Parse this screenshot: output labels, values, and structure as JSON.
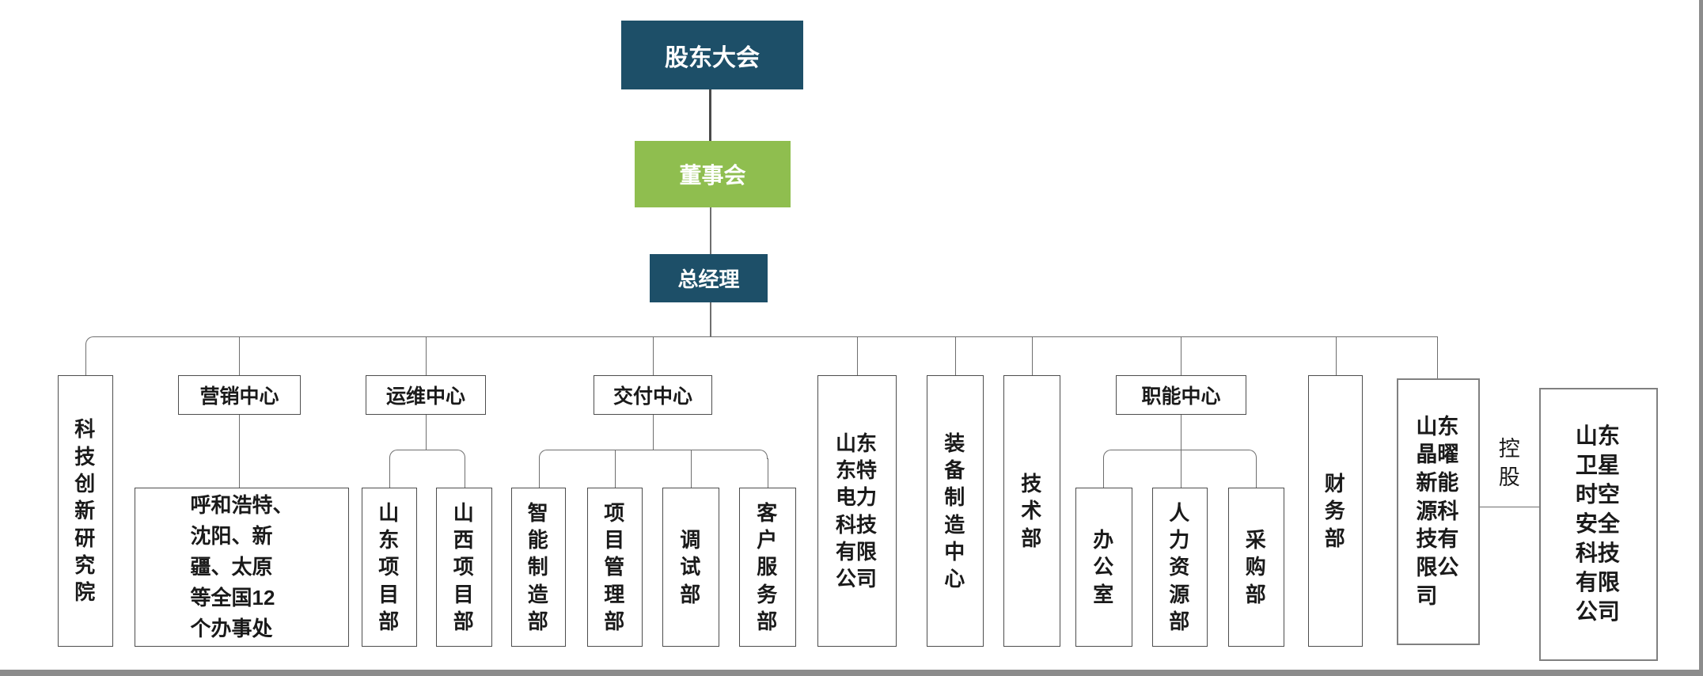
{
  "org": {
    "root": {
      "label": "股东大会"
    },
    "board": {
      "label": "董事会"
    },
    "gm": {
      "label": "总经理"
    },
    "branches": [
      {
        "label": "科技创新研究院",
        "children": []
      },
      {
        "label": "营销中心",
        "children": [
          {
            "label": "呼和浩特、\n沈阳、新\n疆、太原\n等全国12\n个办事处"
          }
        ]
      },
      {
        "label": "运维中心",
        "children": [
          {
            "label": "山东项目部"
          },
          {
            "label": "山西项目部"
          }
        ]
      },
      {
        "label": "交付中心",
        "children": [
          {
            "label": "智能制造部"
          },
          {
            "label": "项目管理部"
          },
          {
            "label": "调试部"
          },
          {
            "label": "客户服务部"
          }
        ]
      },
      {
        "label": "山东东特电力科技有限公司",
        "children": []
      },
      {
        "label": "装备制造中心",
        "children": []
      },
      {
        "label": "技术部",
        "children": []
      },
      {
        "label": "职能中心",
        "children": [
          {
            "label": "办公室"
          },
          {
            "label": "人力资源部"
          },
          {
            "label": "采购部"
          }
        ]
      },
      {
        "label": "财务部",
        "children": []
      },
      {
        "label": "山东晶曜新能源科技有限公司",
        "children": []
      }
    ],
    "affiliate": {
      "label": "山东卫星时空安全科技有限公司",
      "relation": "控股"
    },
    "colors": {
      "primary": "#1d4f68",
      "accent": "#8fbe4f",
      "line": "#6e6e6e",
      "window_edge": "#8c8c8c"
    }
  }
}
